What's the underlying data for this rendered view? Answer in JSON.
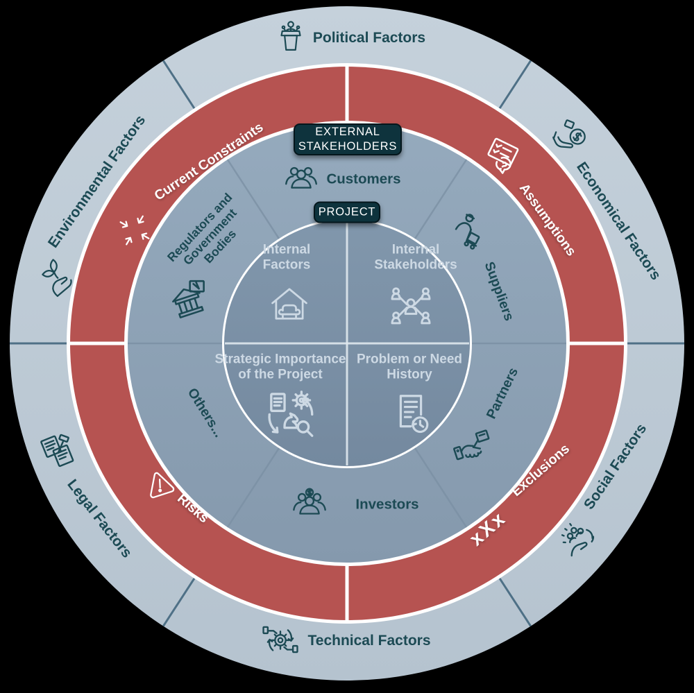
{
  "colors": {
    "background": "#000000",
    "outer_ring": "#bfccd7",
    "outer_ring_2": "#b6c4d0",
    "constraints_ring": "#b65351",
    "stakeholder_ring": "#93a8bb",
    "stakeholder_ring_2": "#879cb0",
    "project_circle": "#8096ab",
    "project_circle_2": "#748ba1",
    "divider_dark": "#4e7086",
    "divider_mid": "#7a8fa3",
    "divider_light": "#ffffff",
    "inner_divider": "#dfe8ee",
    "text_dark": "#1c4a54",
    "text_light": "#ffffff",
    "inner_text": "#cdd9e4",
    "badge_bg": "#0e333d",
    "badge_border": "#04161c"
  },
  "badges": {
    "external_stakeholders": "EXTERNAL STAKEHOLDERS",
    "project": "PROJECT"
  },
  "outer_ring": {
    "items": [
      {
        "label": "Political Factors",
        "icon": "podium-speaker-icon"
      },
      {
        "label": "Economical Factors",
        "icon": "hand-money-icon"
      },
      {
        "label": "Social Factors",
        "icon": "hand-community-icon"
      },
      {
        "label": "Technical Factors",
        "icon": "hands-gear-icon"
      },
      {
        "label": "Legal Factors",
        "icon": "document-gavel-icon"
      },
      {
        "label": "Environmental Factors",
        "icon": "hand-leaf-icon"
      }
    ]
  },
  "constraints_ring": {
    "items": [
      {
        "label": "Current Constraints",
        "icon": "converging-arrows-icon"
      },
      {
        "label": "Assumptions",
        "icon": "checklist-question-icon"
      },
      {
        "label": "Exclusions",
        "icon": "triple-x-icon",
        "icon_text": "xXx"
      },
      {
        "label": "Risks",
        "icon": "warning-triangle-icon"
      }
    ]
  },
  "stakeholder_ring": {
    "items": [
      {
        "label": "Customers",
        "icon": "people-group-icon"
      },
      {
        "label": "Suppliers",
        "icon": "delivery-person-icon"
      },
      {
        "label": "Partners",
        "icon": "handshake-icon"
      },
      {
        "label": "Investors",
        "icon": "investors-group-icon"
      },
      {
        "label": "Others...",
        "icon": ""
      },
      {
        "label": "Regulators and Government Bodies",
        "icon": "government-building-icon"
      }
    ]
  },
  "project_circle": {
    "quadrants": [
      {
        "label": "Internal Factors",
        "icon": "house-couch-icon"
      },
      {
        "label": "Internal Stakeholders",
        "icon": "people-network-icon"
      },
      {
        "label": "Strategic Importance of the Project",
        "icon": "strategy-cycle-icon"
      },
      {
        "label": "Problem or Need History",
        "icon": "document-clock-icon"
      }
    ]
  }
}
